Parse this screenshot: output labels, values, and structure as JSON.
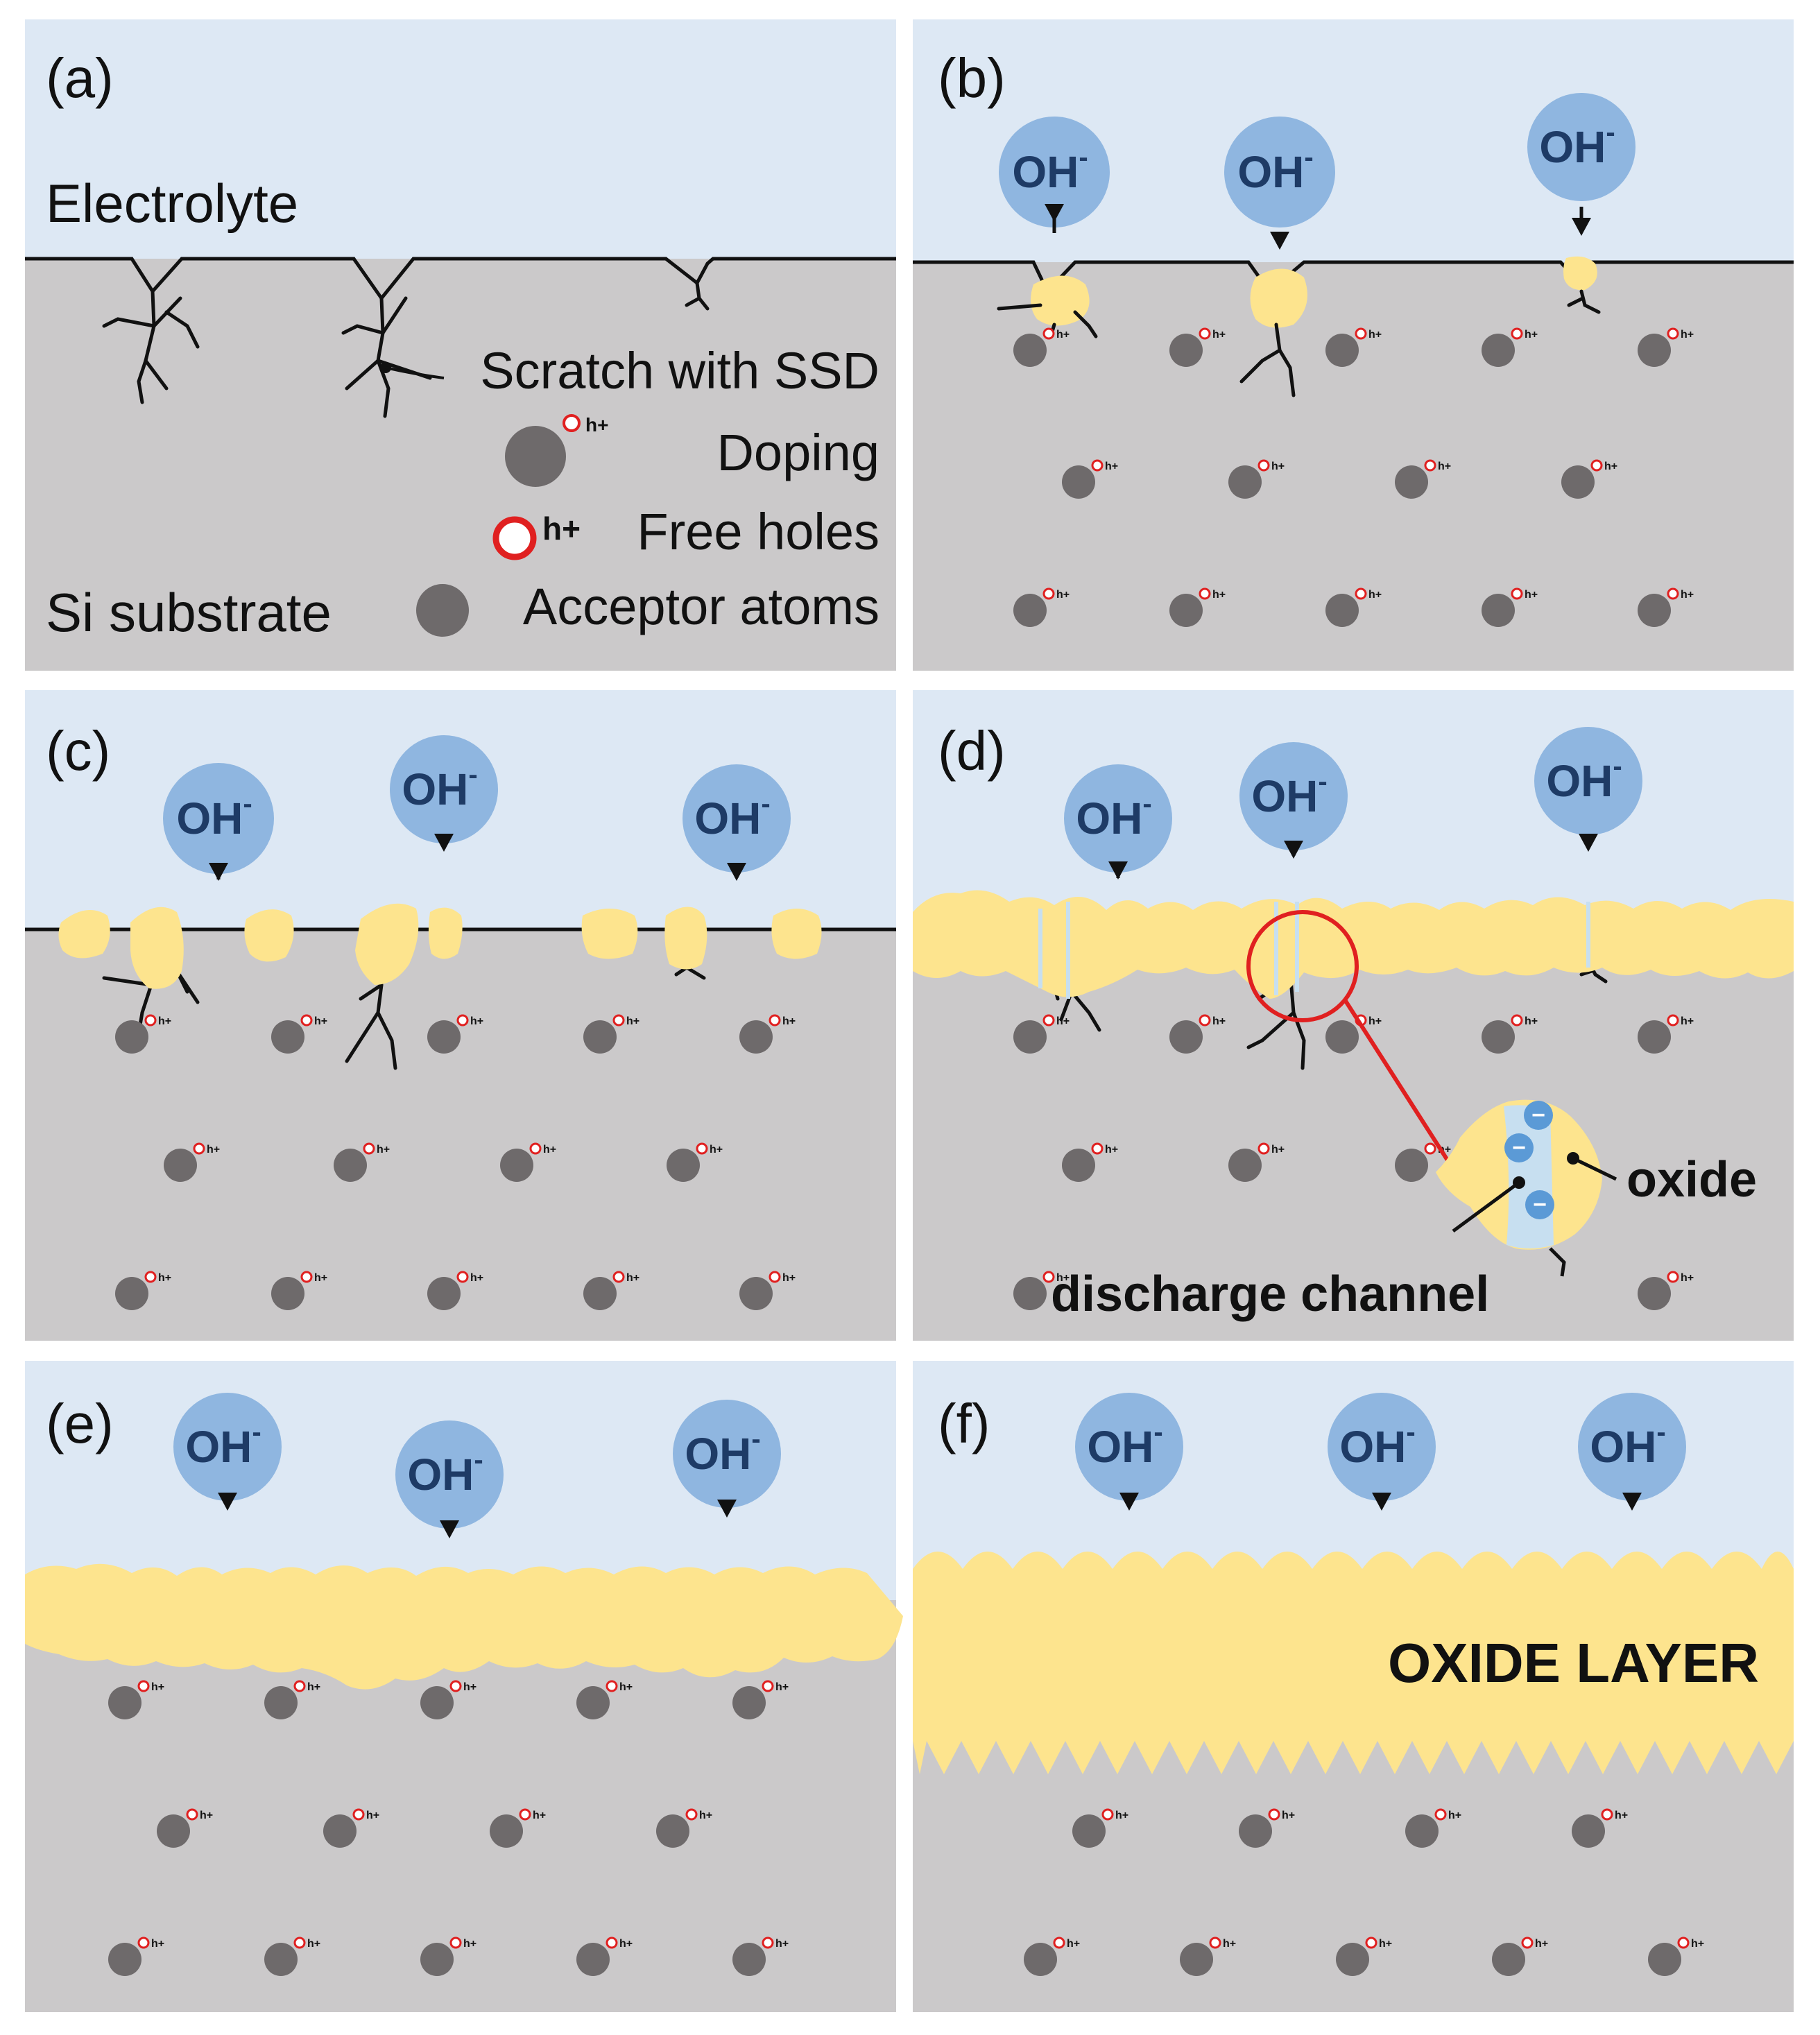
{
  "colors": {
    "electrolyte": "#dde8f4",
    "substrate": "#cbc9ca",
    "oxide": "#fde48e",
    "ion": "#8fb6e0",
    "ion_text": "#1e3b66",
    "atom": "#6e6a6b",
    "hole": "#e02020",
    "channel": "#c7dff0",
    "electron": "#5b9ad6",
    "crack": "#111111",
    "highlight": "#e02020"
  },
  "ion_label": "OH",
  "ion_charge": "-",
  "hole_label": "h+",
  "panels": [
    {
      "id": "a",
      "label": "(a)"
    },
    {
      "id": "b",
      "label": "(b)"
    },
    {
      "id": "c",
      "label": "(c)"
    },
    {
      "id": "d",
      "label": "(d)"
    },
    {
      "id": "e",
      "label": "(e)"
    },
    {
      "id": "f",
      "label": "(f)"
    }
  ],
  "panel_a": {
    "electrolyte_label": "Electrolyte",
    "substrate_label": "Si substrate",
    "legend": {
      "scratch": "Scratch with SSD",
      "doping": "Doping",
      "holes": "Free holes",
      "acceptors": "Acceptor atoms",
      "hole_symbol": "h+"
    }
  },
  "panel_d": {
    "channel_label": "discharge channel",
    "oxide_label": "oxide",
    "electron_symbol": "−"
  },
  "panel_f": {
    "layer_label": "OXIDE LAYER"
  }
}
